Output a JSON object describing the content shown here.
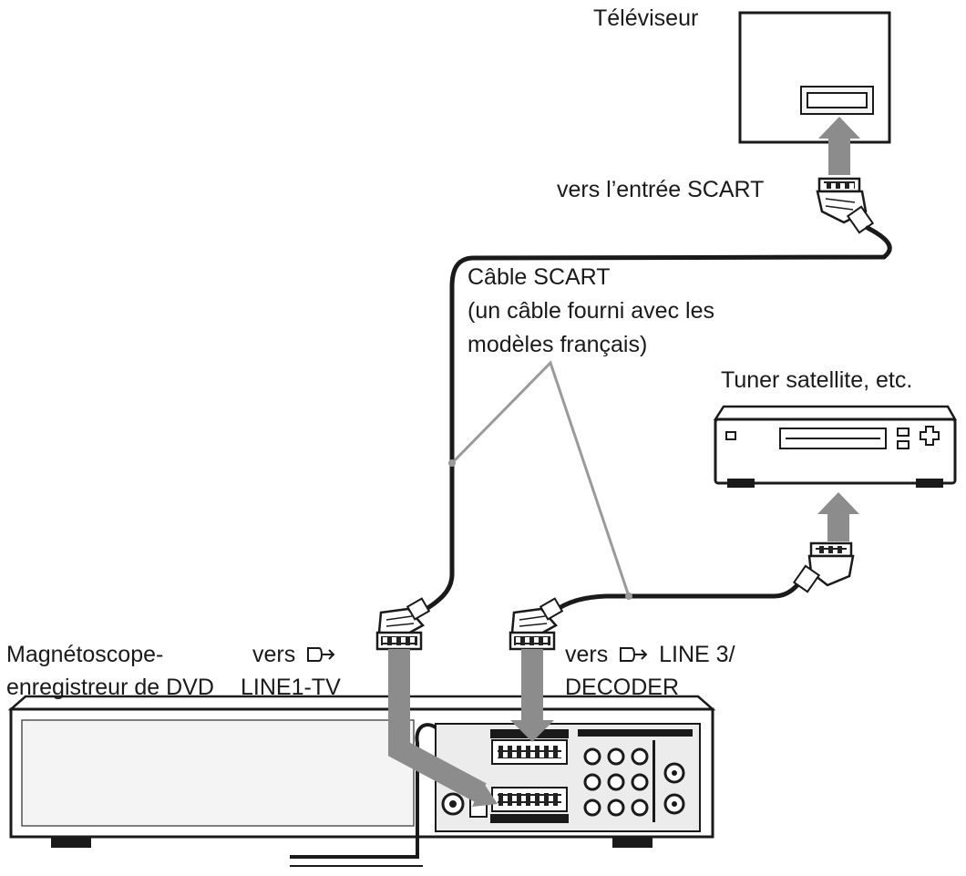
{
  "labels": {
    "tv": "Téléviseur",
    "to_scart_input": "vers l’entrée SCART",
    "cable_line1": "Câble SCART",
    "cable_line2": "(un câble fourni avec les",
    "cable_line3": "modèles français)",
    "tuner": "Tuner satellite, etc.",
    "recorder_line1": "Magnétoscope-",
    "recorder_line2": "enregistreur de DVD",
    "line1_prefix": "vers",
    "line1_name": "LINE1-TV",
    "line3_prefix": "vers",
    "line3_name": "LINE 3/",
    "line3_name2": "DECODER"
  },
  "icons": {
    "scart_symbol": "scart-connector-icon",
    "arrow": "connection-arrow-icon"
  },
  "colors": {
    "line": "#1a1a1a",
    "arrow": "#8c8c8c",
    "callout": "#9a9a9a",
    "device_fill": "#f2f2f2",
    "device_dark": "#c8c8c8"
  }
}
